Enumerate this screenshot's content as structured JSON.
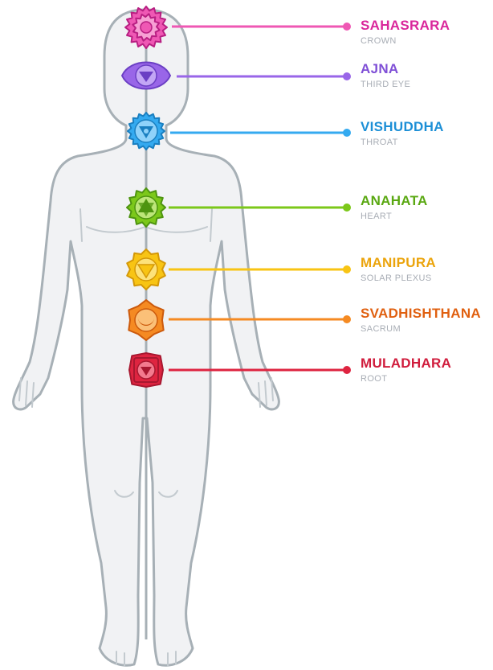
{
  "chakras": [
    {
      "name": "SAHASRARA",
      "location": "CROWN",
      "color": "#d9279b",
      "fill": "#ef58b4",
      "light": "#f7a0d4",
      "dark": "#b81f82",
      "icon": "lotus-icon"
    },
    {
      "name": "AJNA",
      "location": "THIRD EYE",
      "color": "#7f4fd6",
      "fill": "#9966e8",
      "light": "#c3a6f5",
      "dark": "#6b3fc4",
      "icon": "third-eye-icon"
    },
    {
      "name": "VISHUDDHA",
      "location": "THROAT",
      "color": "#1c8fd6",
      "fill": "#34aaf0",
      "light": "#8fd2fa",
      "dark": "#1a7fc0",
      "icon": "throat-triangle-icon"
    },
    {
      "name": "ANAHATA",
      "location": "HEART",
      "color": "#5aa812",
      "fill": "#7cc81a",
      "light": "#bde67a",
      "dark": "#4e9410",
      "icon": "star-hexagram-icon"
    },
    {
      "name": "MANIPURA",
      "location": "SOLAR PLEXUS",
      "color": "#eba40c",
      "fill": "#f8c414",
      "light": "#fde27a",
      "dark": "#d49808",
      "icon": "solar-triangle-icon"
    },
    {
      "name": "SVADHISHTHANA",
      "location": "SACRUM",
      "color": "#e06010",
      "fill": "#f58a22",
      "light": "#fbc078",
      "dark": "#cc5a0c",
      "icon": "crescent-moon-icon"
    },
    {
      "name": "MULADHARA",
      "location": "ROOT",
      "color": "#d01c3c",
      "fill": "#de2440",
      "light": "#f37a8e",
      "dark": "#a81830",
      "icon": "root-square-icon"
    }
  ]
}
